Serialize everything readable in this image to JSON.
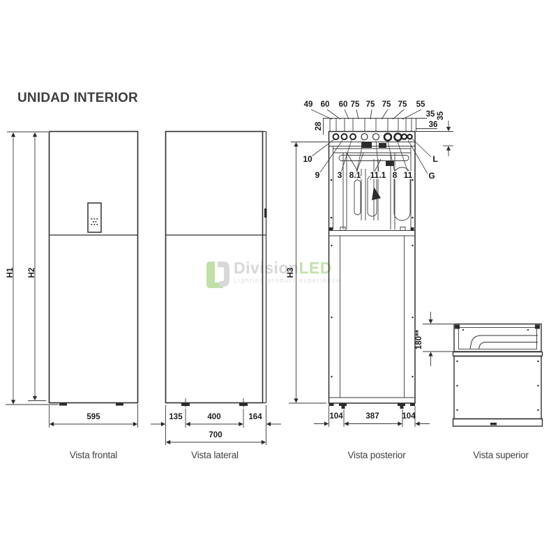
{
  "title": "UNIDAD INTERIOR",
  "watermark": {
    "brand_gray": "Division",
    "brand_green": "LED",
    "tagline": "Lighting product experience"
  },
  "views": {
    "frontal": {
      "caption": "Vista frontal",
      "dim_h1": "H1",
      "dim_h2": "H2",
      "dim_width": "595"
    },
    "lateral": {
      "caption": "Vista lateral",
      "dim_front": "135",
      "dim_center": "400",
      "dim_back": "164",
      "dim_depth": "700"
    },
    "posterior": {
      "caption": "Vista posterior",
      "dim_h3": "H3",
      "dim_left_foot": "104",
      "dim_center": "387",
      "dim_right_foot": "104",
      "top_spacings": [
        "49",
        "60",
        "60",
        "75",
        "75",
        "75",
        "75",
        "55"
      ],
      "dim_offset_top": "35",
      "dim_offset_bottom": "36",
      "dim_side": "28",
      "dim_panel_height": "35",
      "connections": {
        "c10": "10",
        "c9": "9",
        "c3": "3",
        "c81": "8.1",
        "c111": "11.1",
        "c8": "8",
        "c11": "11",
        "cL": "L",
        "cG": "G"
      }
    },
    "superior": {
      "caption": "Vista superior",
      "dim_depth_top": "180**"
    }
  }
}
